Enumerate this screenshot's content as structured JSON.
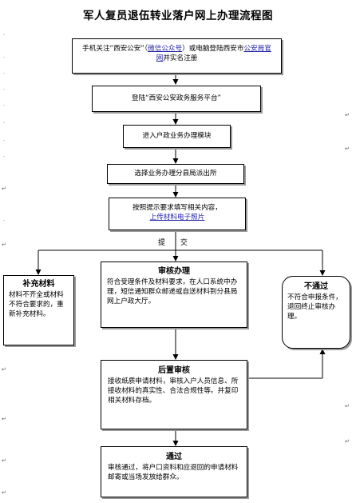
{
  "title": "军人复员退伍转业落户网上办理流程图",
  "steps": {
    "s1": {
      "before": "手机关注“西安公安”（",
      "link1": "微信公众号",
      "middle": "）或电脑登陆西安市",
      "link2": "公安局官网",
      "after": "并实名注册"
    },
    "s2": "登陆“西安公安政务服务平台”",
    "s3": "进入户政业务办理模块",
    "s4": "选择业务办理分县局派出所",
    "s5": {
      "line1": "按照提示要求填写相关内容，",
      "line2": "上传材料电子照片"
    }
  },
  "submit_label": "提 交",
  "supplement": {
    "heading": "补充材料",
    "text": "材料不齐全或材料不符合要求的，重新补充材料。"
  },
  "review": {
    "heading": "审核办理",
    "text": "符合受理条件及材料要求，在人口系统中办理，短信通知群众邮递或自送材料到分县局网上户政大厅。"
  },
  "reject": {
    "heading": "不通过",
    "text": "不符合申报条件，退回终止审核办理。"
  },
  "post_review": {
    "heading": "后置审核",
    "text": "接收纸质申请材料，审核入户人员信息、所接收材料的真实性、合法合规性等。并复印相关材料存档。"
  },
  "pass": {
    "heading": "通过",
    "text": "审核通过，将户口资料和应退回的申请材料邮寄或当场发放给群众。"
  },
  "marks": {
    "return_mark": "↵",
    "dot_mark": "."
  }
}
